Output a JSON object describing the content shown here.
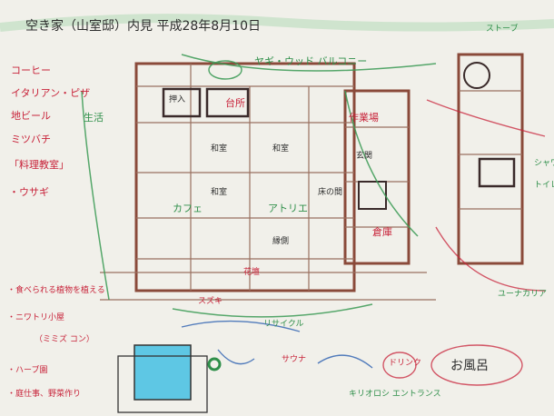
{
  "header": {
    "title": "空き家（山室邸）内見 平成28年8月10日",
    "corner": "ストーブ"
  },
  "left_notes": [
    {
      "id": "coffee",
      "text": "コーヒー"
    },
    {
      "id": "italian",
      "text": "イタリアン・ピザ"
    },
    {
      "id": "beer",
      "text": "地ビール"
    },
    {
      "id": "mitsubachi",
      "text": "ミツバチ"
    },
    {
      "id": "ryori",
      "text": "「料理教室」"
    },
    {
      "id": "usagi",
      "text": "・ウサギ"
    },
    {
      "id": "seikatsu",
      "text": "生活"
    },
    {
      "id": "tabe",
      "text": "・食べられる植物を植える"
    },
    {
      "id": "niwatori",
      "text": "・ニワトリ小屋"
    },
    {
      "id": "hebi",
      "text": "（ミミズ コン）"
    },
    {
      "id": "herb",
      "text": "・ハーブ園"
    },
    {
      "id": "garden",
      "text": "・庭仕事、野菜作り"
    }
  ],
  "plan_notes": [
    {
      "id": "veranda",
      "text": "ヤギ・ウッド バルコニー"
    },
    {
      "id": "kitchen",
      "text": "台所"
    },
    {
      "id": "workshop",
      "text": "作業場"
    },
    {
      "id": "cafe",
      "text": "カフェ"
    },
    {
      "id": "kaido",
      "text": "アトリエ"
    },
    {
      "id": "recycle",
      "text": "リサイクル"
    },
    {
      "id": "soko",
      "text": "倉庫"
    },
    {
      "id": "shower",
      "text": "シャワー"
    },
    {
      "id": "toilet",
      "text": "トイレ"
    },
    {
      "id": "ekimae",
      "text": "ユーナカリア"
    },
    {
      "id": "suzuki",
      "text": "スズキ"
    },
    {
      "id": "sauna",
      "text": "サウナ"
    },
    {
      "id": "omoide",
      "text": "お風呂"
    },
    {
      "id": "kiriotoshi",
      "text": "キリオロシ エントランス"
    },
    {
      "id": "bottom_cafe",
      "text": "ドリンク"
    },
    {
      "id": "bird",
      "text": "花壇"
    }
  ],
  "rooms": [
    {
      "id": "r1",
      "text": "押入"
    },
    {
      "id": "r2",
      "text": "和室"
    },
    {
      "id": "r3",
      "text": "和室"
    },
    {
      "id": "r4",
      "text": "和室"
    },
    {
      "id": "r5",
      "text": "床の間"
    },
    {
      "id": "r6",
      "text": "縁側"
    },
    {
      "id": "r7",
      "text": "玄関"
    }
  ]
}
